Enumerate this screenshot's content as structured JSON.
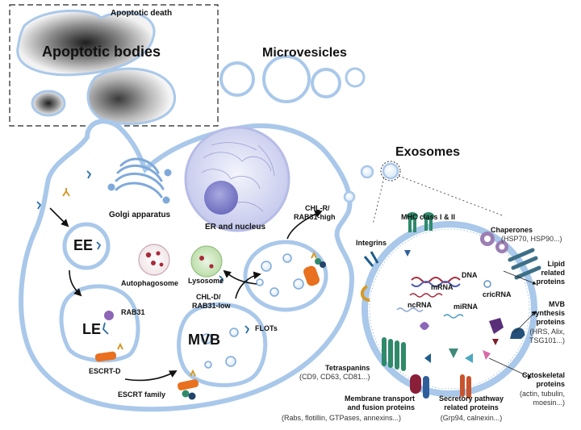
{
  "apoptosis": {
    "death_label": "Apoptotic death",
    "bodies_label": "Apoptotic bodies"
  },
  "microvesicles_label": "Microvesicles",
  "exosomes_label": "Exosomes",
  "cell": {
    "golgi_label": "Golgi apparatus",
    "er_nucleus_label": "ER and nucleus",
    "ee_label": "EE",
    "le_label": "LE",
    "mvb_label": "MVB",
    "rab31_label": "RAB31",
    "autophagosome_label": "Autophagosome",
    "lysosome_label": "Lysosome",
    "chl_high_line1": "CHL-R/",
    "chl_high_line2": "RAB31-high",
    "chl_low_line1": "CHL-D/",
    "chl_low_line2": "RAB31-low",
    "flots_label": "FLOTs",
    "escrt_d_label": "ESCRT-D",
    "escrt_family_label": "ESCRT family"
  },
  "exosome": {
    "mhc_label": "MHC class I & II",
    "integrins_label": "Integrins",
    "dna_label": "DNA",
    "mrna_label": "mRNA",
    "cricrna_label": "cricRNA",
    "ncrna_label": "ncRNA",
    "mirna_label": "miRNA",
    "chaperones_title": "Chaperones",
    "chaperones_detail": "(HSP70, HSP90...)",
    "lipid_line1": "Lipid",
    "lipid_line2": "related",
    "lipid_line3": "proteins",
    "mvb_synth_line1": "MVB",
    "mvb_synth_line2": "synthesis",
    "mvb_synth_line3": "proteins",
    "mvb_synth_detail1": "(HRS, Alix,",
    "mvb_synth_detail2": "TSG101...)",
    "cyto_line1": "Cytoskeletal",
    "cyto_line2": "proteins",
    "cyto_detail1": "(actin, tubulin,",
    "cyto_detail2": "moesin...)",
    "tetraspanins_title": "Tetraspanins",
    "tetraspanins_detail": "(CD9, CD63, CD81...)",
    "membrane_line1": "Membrane transport",
    "membrane_line2": "and fusion proteins",
    "membrane_detail": "(Rabs, flotillin, GTPases, annexins...)",
    "secretory_line1": "Secretory pathway",
    "secretory_line2": "related proteins",
    "secretory_detail": "(Grp94, calnexin...)"
  },
  "colors": {
    "membrane": "#a9c8ea",
    "membrane_dark": "#6f9fd4",
    "nucleus": "#dde0f4",
    "nucleolus": "#8e8fd0",
    "rab31": "#8e66b8",
    "escrt": "#e8701f",
    "tetraspanin": "#2f8a6a",
    "chaperone": "#9b7fb3",
    "lipid_protein": "#3d6f86",
    "secretory": "#c8532d"
  }
}
